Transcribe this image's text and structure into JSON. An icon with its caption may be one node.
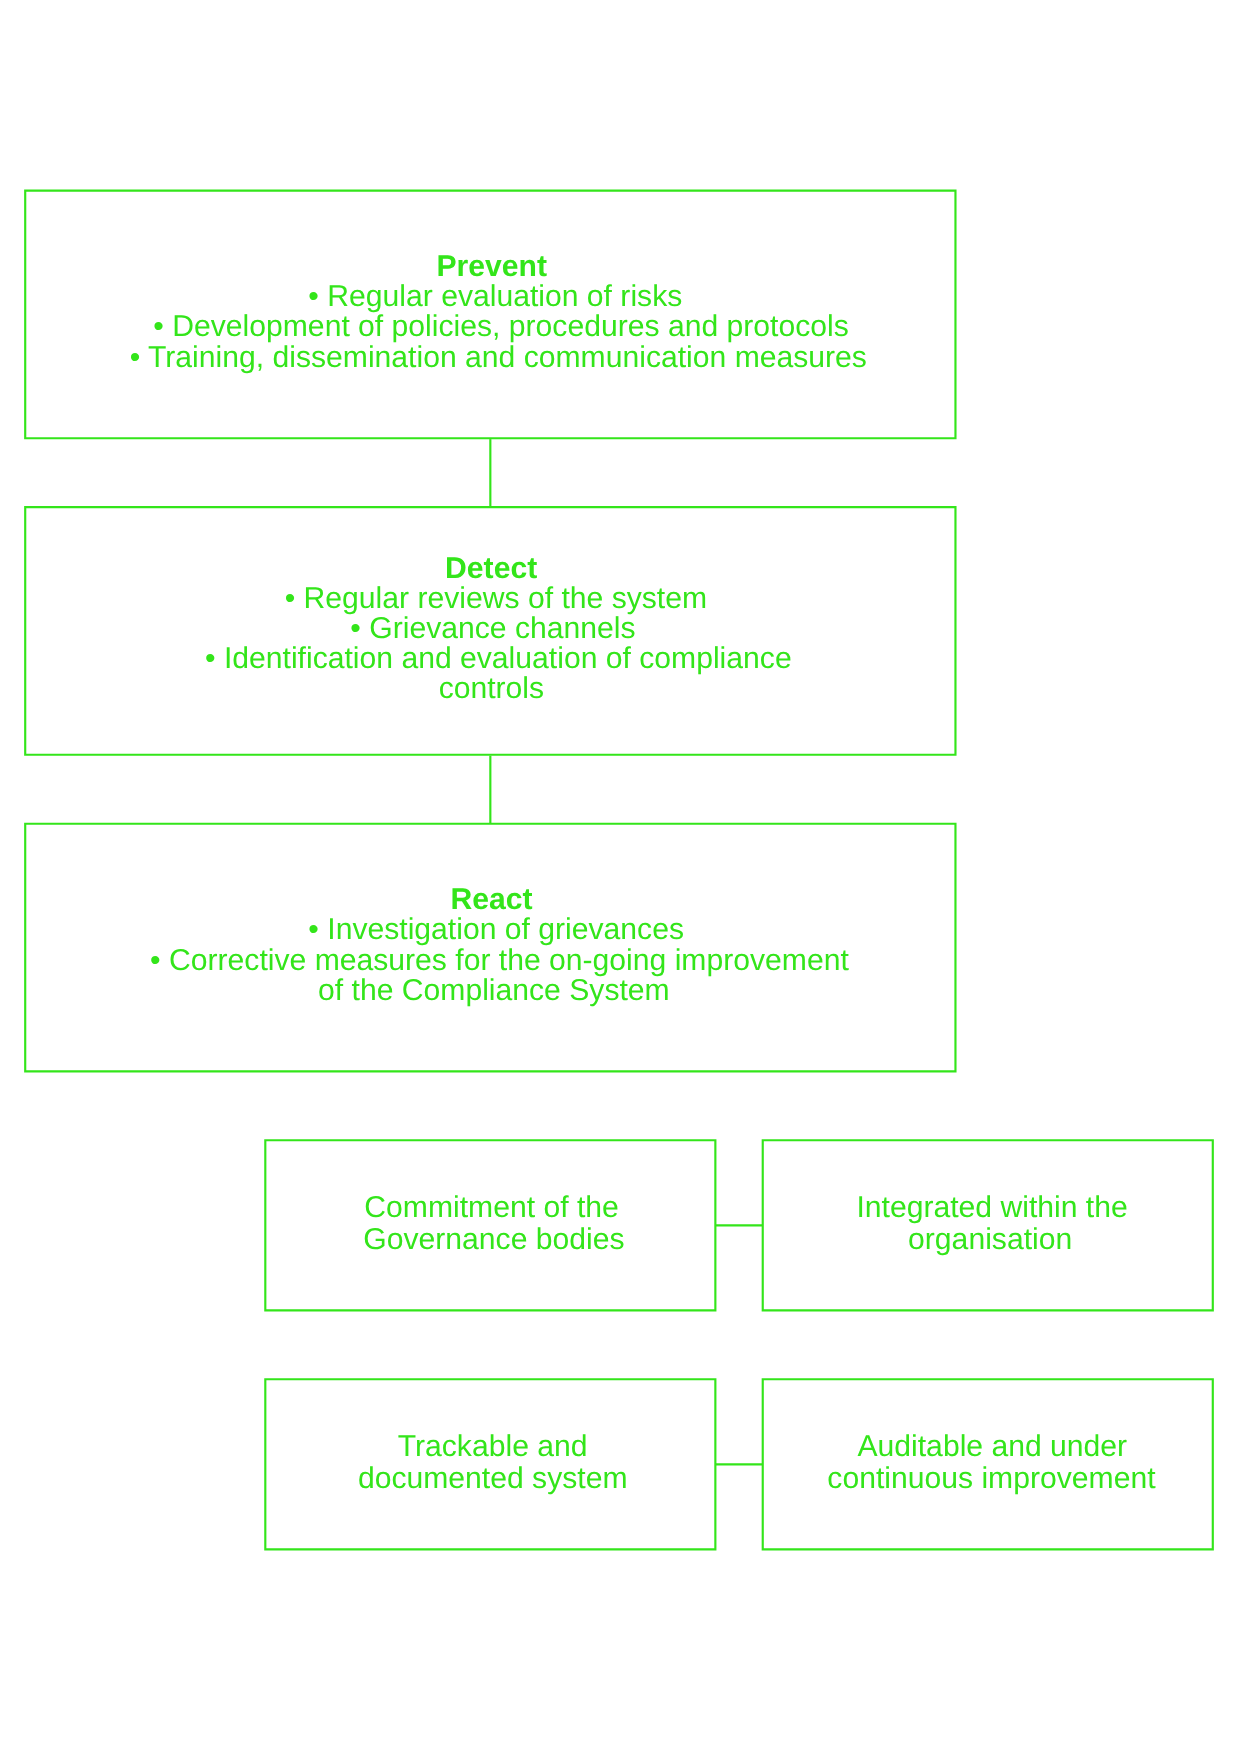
{
  "diagram": {
    "nodes": [
      {
        "text": [
          "Prevent",
          "• Regular evaluation of risks",
          "• Development of policies, procedures and protocols",
          "• Training, dissemination and communication measures"
        ]
      },
      {
        "text": [
          "Detect",
          "• Regular reviews of the system",
          "• Grievance channels",
          "• Identification and evaluation of compliance controls"
        ]
      },
      {
        "text": [
          "React",
          "• Investigation of grievances",
          "• Corrective measures for the on-going improvement of the Compliance System"
        ]
      },
      {
        "text": [
          "Commitment of the Governance bodies"
        ]
      },
      {
        "text": [
          "Integrated within the organisation"
        ]
      },
      {
        "text": [
          "Trackable and documented system"
        ]
      },
      {
        "text": [
          "Auditable and under continuous improvement"
        ]
      }
    ],
    "edges": [
      {
        "from": 0,
        "to": 1,
        "arrow": "none"
      },
      {
        "from": 1,
        "to": 2,
        "arrow": "none"
      },
      {
        "from": 3,
        "to": 4,
        "arrow": "none"
      },
      {
        "from": 5,
        "to": 6,
        "arrow": "none"
      }
    ]
  }
}
